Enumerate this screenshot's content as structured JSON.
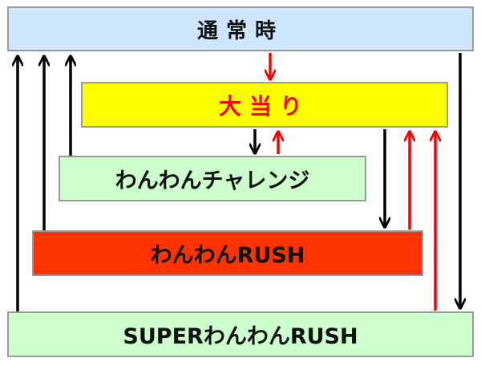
{
  "states": {
    "normal": "通常時",
    "big_hit": "大当り",
    "wanwan_challenge": "わんわんチャレンジ",
    "wanwan_rush": "わんわんRUSH",
    "super_wanwan_rush": "SUPERわんわんRUSH"
  },
  "colors": {
    "normal_bg": "#cfe6ff",
    "big_hit_bg": "#ffff00",
    "big_hit_text": "#ff0000",
    "challenge_bg": "#ccffcc",
    "rush_bg": "#ff3300",
    "super_bg": "#ccffcc",
    "arrow_black": "#000000",
    "arrow_red": "#ff0000"
  }
}
